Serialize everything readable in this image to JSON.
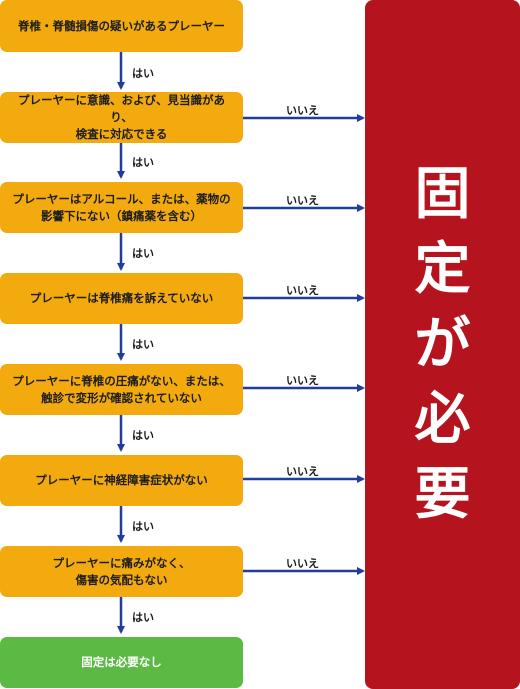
{
  "steps": [
    {
      "text": "脊椎・脊髄損傷の疑いがあるプレーヤー"
    },
    {
      "text": "プレーヤーに意識、および、見当識があり、\n検査に対応できる",
      "no": "いいえ"
    },
    {
      "text": "プレーヤーはアルコール、または、薬物の\n影響下にない（鎮痛薬を含む）",
      "no": "いいえ"
    },
    {
      "text": "プレーヤーは脊椎痛を訴えていない",
      "no": "いいえ"
    },
    {
      "text": "プレーヤーに脊椎の圧痛がない、または、\n触診で変形が確認されていない",
      "no": "いいえ"
    },
    {
      "text": "プレーヤーに神経障害症状がない",
      "no": "いいえ"
    },
    {
      "text": "プレーヤーに痛みがなく、\n傷害の気配もない",
      "no": "いいえ"
    }
  ],
  "yes_labels": [
    "はい",
    "はい",
    "はい",
    "はい",
    "はい",
    "はい",
    "はい"
  ],
  "final": "固定は必要なし",
  "result": [
    "固",
    "定",
    "が",
    "必",
    "要"
  ],
  "colors": {
    "step": "#f2aa0f",
    "final": "#5cb944",
    "result": "#b5131e",
    "arrow": "#1f3d99"
  }
}
